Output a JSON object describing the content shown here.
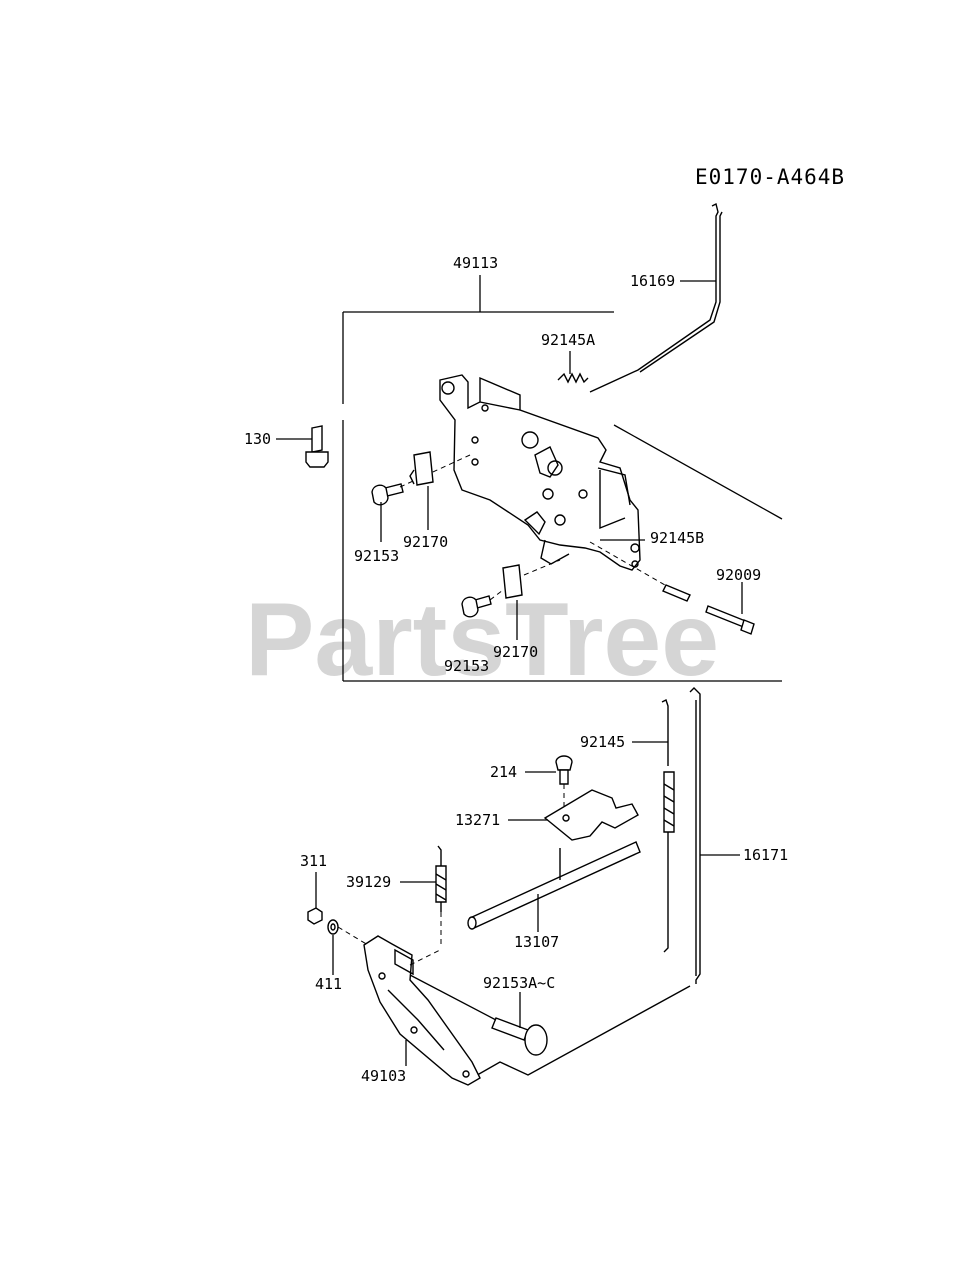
{
  "diagram_code": "E0170-A464B",
  "watermark": "PartsTree",
  "part_labels": {
    "p16169": "16169",
    "p49113": "49113",
    "p92145A": "92145A",
    "p130": "130",
    "p92153_top": "92153",
    "p92170_top": "92170",
    "p92145B": "92145B",
    "p92009": "92009",
    "p92170_bot": "92170",
    "p92153_bot": "92153",
    "p92145": "92145",
    "p214": "214",
    "p13271": "13271",
    "p16171": "16171",
    "p311": "311",
    "p39129": "39129",
    "p13107": "13107",
    "p411": "411",
    "p92153A": "92153A~C",
    "p49103": "49103"
  }
}
